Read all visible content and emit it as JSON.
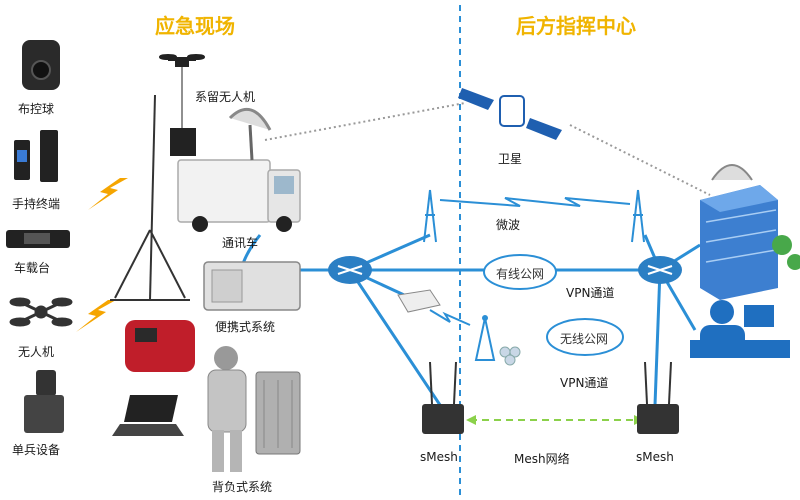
{
  "headings": {
    "left": "应急现场",
    "right": "后方指挥中心"
  },
  "devices": {
    "dome_camera": "布控球",
    "handheld": "手持终端",
    "vehicle_radio": "车载台",
    "drone": "无人机",
    "individual": "单兵设备"
  },
  "site": {
    "tethered_drone": "系留无人机",
    "comm_vehicle": "通讯车",
    "portable_system": "便携式系统",
    "backpack_system": "背负式系统"
  },
  "network": {
    "satellite": "卫星",
    "microwave": "微波",
    "wired_net": "有线公网",
    "vpn1": "VPN通道",
    "wireless_net": "无线公网",
    "vpn2": "VPN通道",
    "smesh_left": "sMesh",
    "mesh_net": "Mesh网络",
    "smesh_right": "sMesh"
  },
  "colors": {
    "heading": "#f0b400",
    "link": "#2b8fd6",
    "divider": "#2b8fd6",
    "mesh": "#8bd14a"
  }
}
